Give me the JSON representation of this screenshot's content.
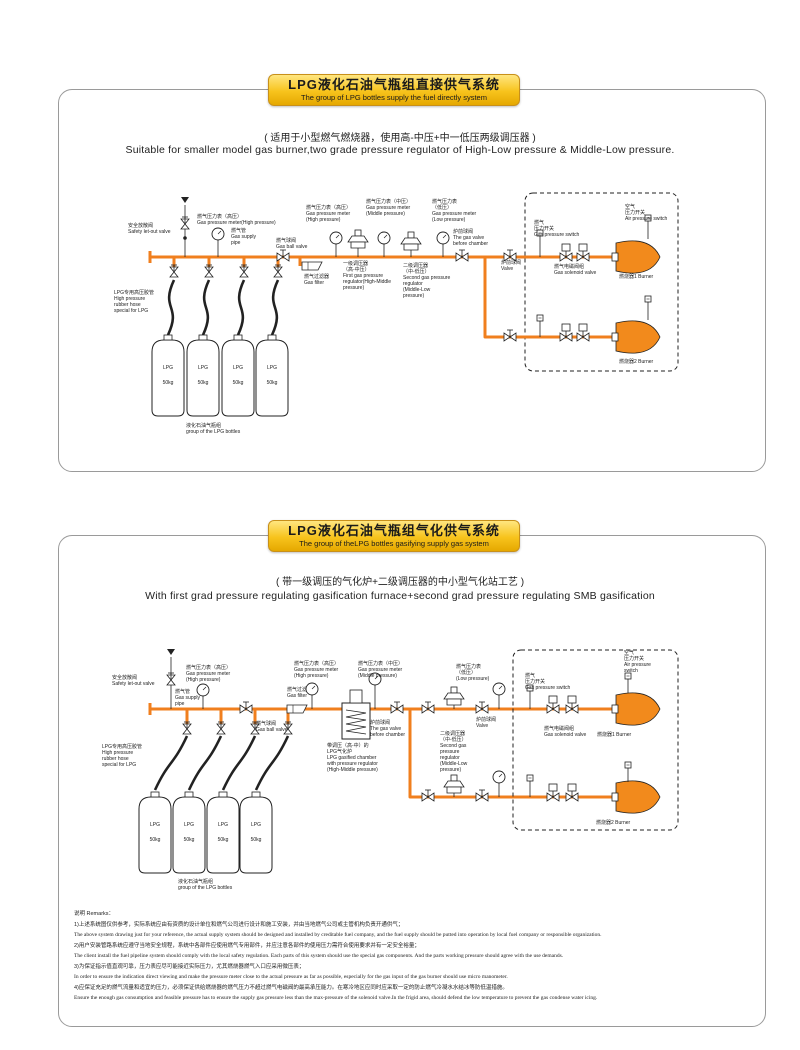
{
  "section1": {
    "title_cn": "LPG液化石油气瓶组直接供气系统",
    "title_en": "The group of LPG bottles supply the fuel directly system",
    "subtitle_cn": "( 适用于小型燃气燃烧器，使用高-中压+中一低压两级调压器 )",
    "subtitle_en": "Suitable for smaller model gas burner,two grade pressure regulator of High-Low pressure & Middle-Low pressure.",
    "labels": {
      "safety_valve": [
        "安全放散阀",
        "Safety let-out valve"
      ],
      "gauge_high": [
        "燃气压力表（高压）",
        "Gas pressure meter(High pressure)"
      ],
      "gas_pipe": [
        "燃气管",
        "Gas supply",
        "pipe"
      ],
      "ball_valve": [
        "燃气球阀",
        "Gas ball valve"
      ],
      "hose": [
        "LPG专用高压胶管",
        "High pressure",
        "rubber hose",
        "special for LPG"
      ],
      "gauge2": [
        "燃气压力表（高压）",
        "Gas pressure meter",
        "(High pressure)"
      ],
      "filter": [
        "燃气过滤器",
        "Gas filter"
      ],
      "reg1": [
        "一级调压器",
        "（高-中压）",
        "First gas pressure",
        "regulator(High-Middle",
        "pressure)"
      ],
      "gauge_mid": [
        "燃气压力表（中压）",
        "Gas pressure meter",
        "(Middle pressure)"
      ],
      "reg2": [
        "二级调压器",
        "（中-低压）",
        "Second gas pressure",
        "regulator",
        "(Middle-Low",
        "pressure)"
      ],
      "gauge_low": [
        "燃气压力表",
        "（低压）",
        "Gas pressure meter",
        "(Low pressure)"
      ],
      "chamber_valve": [
        "炉前球阀",
        "The gas valve",
        "before chamber"
      ],
      "valve": [
        "炉前球阀",
        "Valve"
      ],
      "press_switch": [
        "燃气",
        "压力开关",
        "Gas pressure switch"
      ],
      "air_switch": [
        "空气",
        "压力开关",
        "Air pressure switch"
      ],
      "solenoid": [
        "燃气电磁阀组",
        "Gas solenoid valve"
      ],
      "burner1": "燃烧器1 Burner",
      "burner2": "燃烧器2 Burner",
      "bottle_group": [
        "液化石油气瓶组",
        "group of the LPG bottles"
      ]
    },
    "bottles": [
      {
        "name": "LPG",
        "weight": "50kg"
      },
      {
        "name": "LPG",
        "weight": "50kg"
      },
      {
        "name": "LPG",
        "weight": "50kg"
      },
      {
        "name": "LPG",
        "weight": "50kg"
      }
    ]
  },
  "section2": {
    "title_cn": "LPG液化石油气瓶组气化供气系统",
    "title_en": "The group of theLPG bottles gasifying supply gas system",
    "subtitle_cn": "( 带一级调压的气化炉+二级调压器的中小型气化站工艺 )",
    "subtitle_en": "With first grad pressure regulating gasification furnace+second grad pressure regulating SMB gasification",
    "labels": {
      "safety_valve": [
        "安全放散阀",
        "Safety let-out valve"
      ],
      "gauge_high": [
        "燃气压力表（高压）",
        "Gas pressure meter",
        "(High pressure)"
      ],
      "gas_pipe": [
        "燃气管",
        "Gas supply",
        "pipe"
      ],
      "ball_valve": [
        "燃气球阀",
        "Gas ball valve"
      ],
      "filter": [
        "燃气过滤器",
        "Gas filter"
      ],
      "gauge_mid": [
        "燃气压力表（中压）",
        "Gas pressure meter",
        "(Middle pressure)"
      ],
      "gasifier": [
        "带调压（高-中）的",
        "LPG气化炉",
        "LPG gasified chamber",
        "with pressure regulator",
        "(High-Middle pressure)"
      ],
      "chamber_valve": [
        "炉前球阀",
        "The gas valve",
        "before chamber"
      ],
      "reg2": [
        "二级调压器",
        "（中-低压）",
        "Second gas",
        "pressure",
        "regulator",
        "(Middle-Low",
        "pressure)"
      ],
      "valve": [
        "炉前球阀",
        "Valve"
      ],
      "gauge_low": [
        "燃气压力表",
        "（低压）",
        "(Low pressure)"
      ],
      "hose": [
        "LPG专用高压胶管",
        "High pressure",
        "rubber hose",
        "special for LPG"
      ],
      "press_switch": [
        "燃气",
        "压力开关",
        "Gas pressure switch"
      ],
      "air_switch": [
        "空气",
        "压力开关",
        "Air pressure",
        "switch"
      ],
      "solenoid": [
        "燃气电磁阀组",
        "Gas solenoid valve"
      ],
      "burner1": "燃烧器1 Burner",
      "burner2": "燃烧器2 Burner",
      "bottle_group": [
        "液化石油气瓶组",
        "group of the LPG bottles"
      ]
    },
    "bottles": [
      {
        "name": "LPG",
        "weight": "50kg"
      },
      {
        "name": "LPG",
        "weight": "50kg"
      },
      {
        "name": "LPG",
        "weight": "50kg"
      },
      {
        "name": "LPG",
        "weight": "50kg"
      }
    ]
  },
  "remarks": {
    "heading": "说明 Remarks：",
    "lines": [
      "1)上述系统图仅供参考，实际系统应由有资质的设计单位和燃气公司进行设计和施工安装，并由当地燃气公司或主管机构负责开通供气；",
      "The above system drawing just for your reference, the actual supply system should be designed and installed by creditable fuel company, and the fuel supply should be putted into operation by local fuel company or responsible organization.",
      "2)用户安装管路系统应遵守当地安全规程，系统中各部件应使用燃气专用部件，并应注意各部件的使用压力需符合使用要求并有一定安全裕量；",
      "The client install the fuel pipeline system should comply with the local safety regulation. Each parts of this system should use the special gas components. And the parts working pressure should agree with the use demands.",
      "3)为保证指示值直观可靠，压力表应尽可能接近实际压力，尤其燃烧器燃气入口应采用微压表；",
      "In order to ensure the indication direct viewing and make the pressure meter close to the actual pressure as far as possible, especially for the gas input of the gas burner should use micro manometer.",
      "4)应保证充足的燃气流量和适宜的压力，必须保证供给燃烧器的燃气压力不超过燃气电磁阀的最高承压能力。在寒冷地区应同时应采取一定的防止燃气冷凝水水结冰等防低温措施。",
      "Ensure the enough gas consumption and feasible pressure has to ensure the supply gas pressure less than the max-pressure of the solenoid valve.In the frigid area, should defend the low temperature to prevent the gas condense water icing."
    ]
  },
  "colors": {
    "pipe": "#f07f1e",
    "burner": "#f28a1c",
    "banner": "#f7c31c",
    "line": "#222222"
  }
}
